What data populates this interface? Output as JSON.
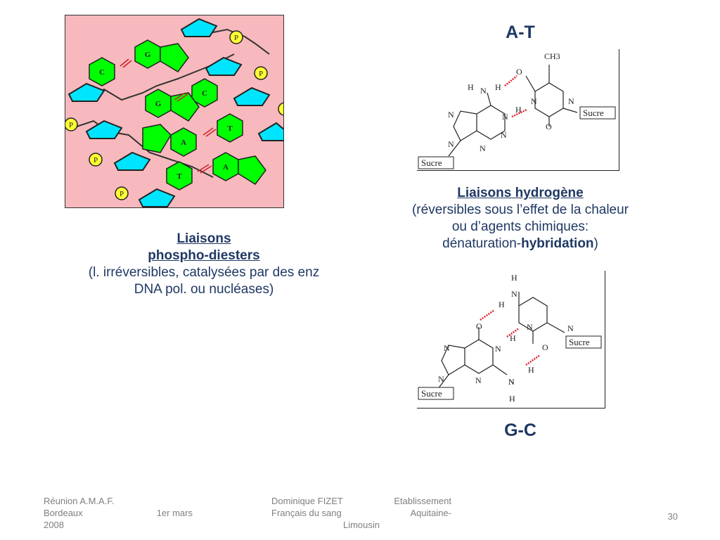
{
  "slide": {
    "at_title": "A-T",
    "gc_title": "G-C",
    "left_caption": {
      "line1": "Liaisons",
      "line2": "phospho-diesters",
      "line3": "(l. irréversibles, catalysées par des enz",
      "line4": "DNA pol. ou nucléases)"
    },
    "right_caption": {
      "line1": "Liaisons hydrogène",
      "line2": "(réversibles sous l’effet de la chaleur",
      "line3": "ou d’agents chimiques:",
      "line4_prefix": "dénaturation-",
      "line4_bold": "hybridation",
      "line4_suffix": ")"
    },
    "dna_figure": {
      "phosphate_label": "P",
      "bases": [
        "C",
        "G",
        "C",
        "G",
        "A",
        "T",
        "T",
        "A"
      ]
    },
    "at_structure": {
      "sugar_label": "Sucre",
      "labels": [
        "CH3",
        "O",
        "H",
        "N",
        "H",
        "N",
        "N",
        "H",
        "N",
        "N",
        "O",
        "N",
        "N",
        "N"
      ]
    },
    "gc_structure": {
      "sugar_label": "Sucre",
      "labels": [
        "H",
        "N",
        "H",
        "O",
        "N",
        "N",
        "H",
        "N",
        "N",
        "O",
        "N",
        "N",
        "N",
        "H",
        "N",
        "H"
      ]
    },
    "colors": {
      "title_blue": "#1f3864",
      "base_green": "#00ff00",
      "sugar_cyan": "#00e5ff",
      "phosphate_yellow": "#ffff33",
      "figure_pink": "#f7b9bd",
      "hbond_red": "#e0202a"
    }
  },
  "footer": {
    "left_line1": "Réunion A.M.A.F.",
    "left_line2a": "Bordeaux",
    "left_line2b": "1er mars",
    "left_line3": "2008",
    "center_line1a": "Dominique FIZET",
    "center_line1b": "Etablissement",
    "center_line2a": "Français du sang",
    "center_line2b": "Aquitaine-",
    "center_line3": "Limousin",
    "slide_number": "30"
  }
}
